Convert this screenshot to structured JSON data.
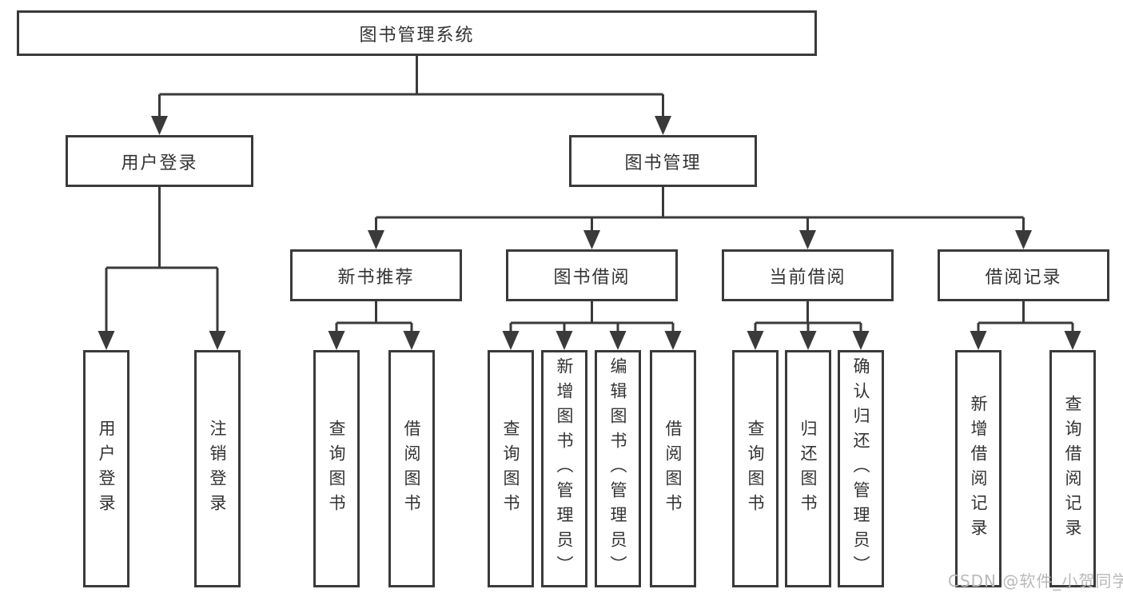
{
  "tree": {
    "root": {
      "label": "图书管理系统",
      "children": [
        {
          "label": "用户登录",
          "children": [
            {
              "label": "用户登录"
            },
            {
              "label": "注销登录"
            }
          ]
        },
        {
          "label": "图书管理",
          "children": [
            {
              "label": "新书推荐",
              "children": [
                {
                  "label": "查询图书"
                },
                {
                  "label": "借阅图书"
                }
              ]
            },
            {
              "label": "图书借阅",
              "children": [
                {
                  "label": "查询图书"
                },
                {
                  "label": "新增图书（管理员）"
                },
                {
                  "label": "编辑图书（管理员）"
                },
                {
                  "label": "借阅图书"
                }
              ]
            },
            {
              "label": "当前借阅",
              "children": [
                {
                  "label": "查询图书"
                },
                {
                  "label": "归还图书"
                },
                {
                  "label": "确认归还（管理员）"
                }
              ]
            },
            {
              "label": "借阅记录",
              "children": [
                {
                  "label": "新增借阅记录"
                },
                {
                  "label": "查询借阅记录"
                }
              ]
            }
          ]
        }
      ]
    }
  },
  "watermark": "CSDN @软件_小贺同学",
  "colors": {
    "line": "#3a3a3a",
    "text": "#333333",
    "watermark": "#b9b9b9",
    "background": "#ffffff"
  }
}
